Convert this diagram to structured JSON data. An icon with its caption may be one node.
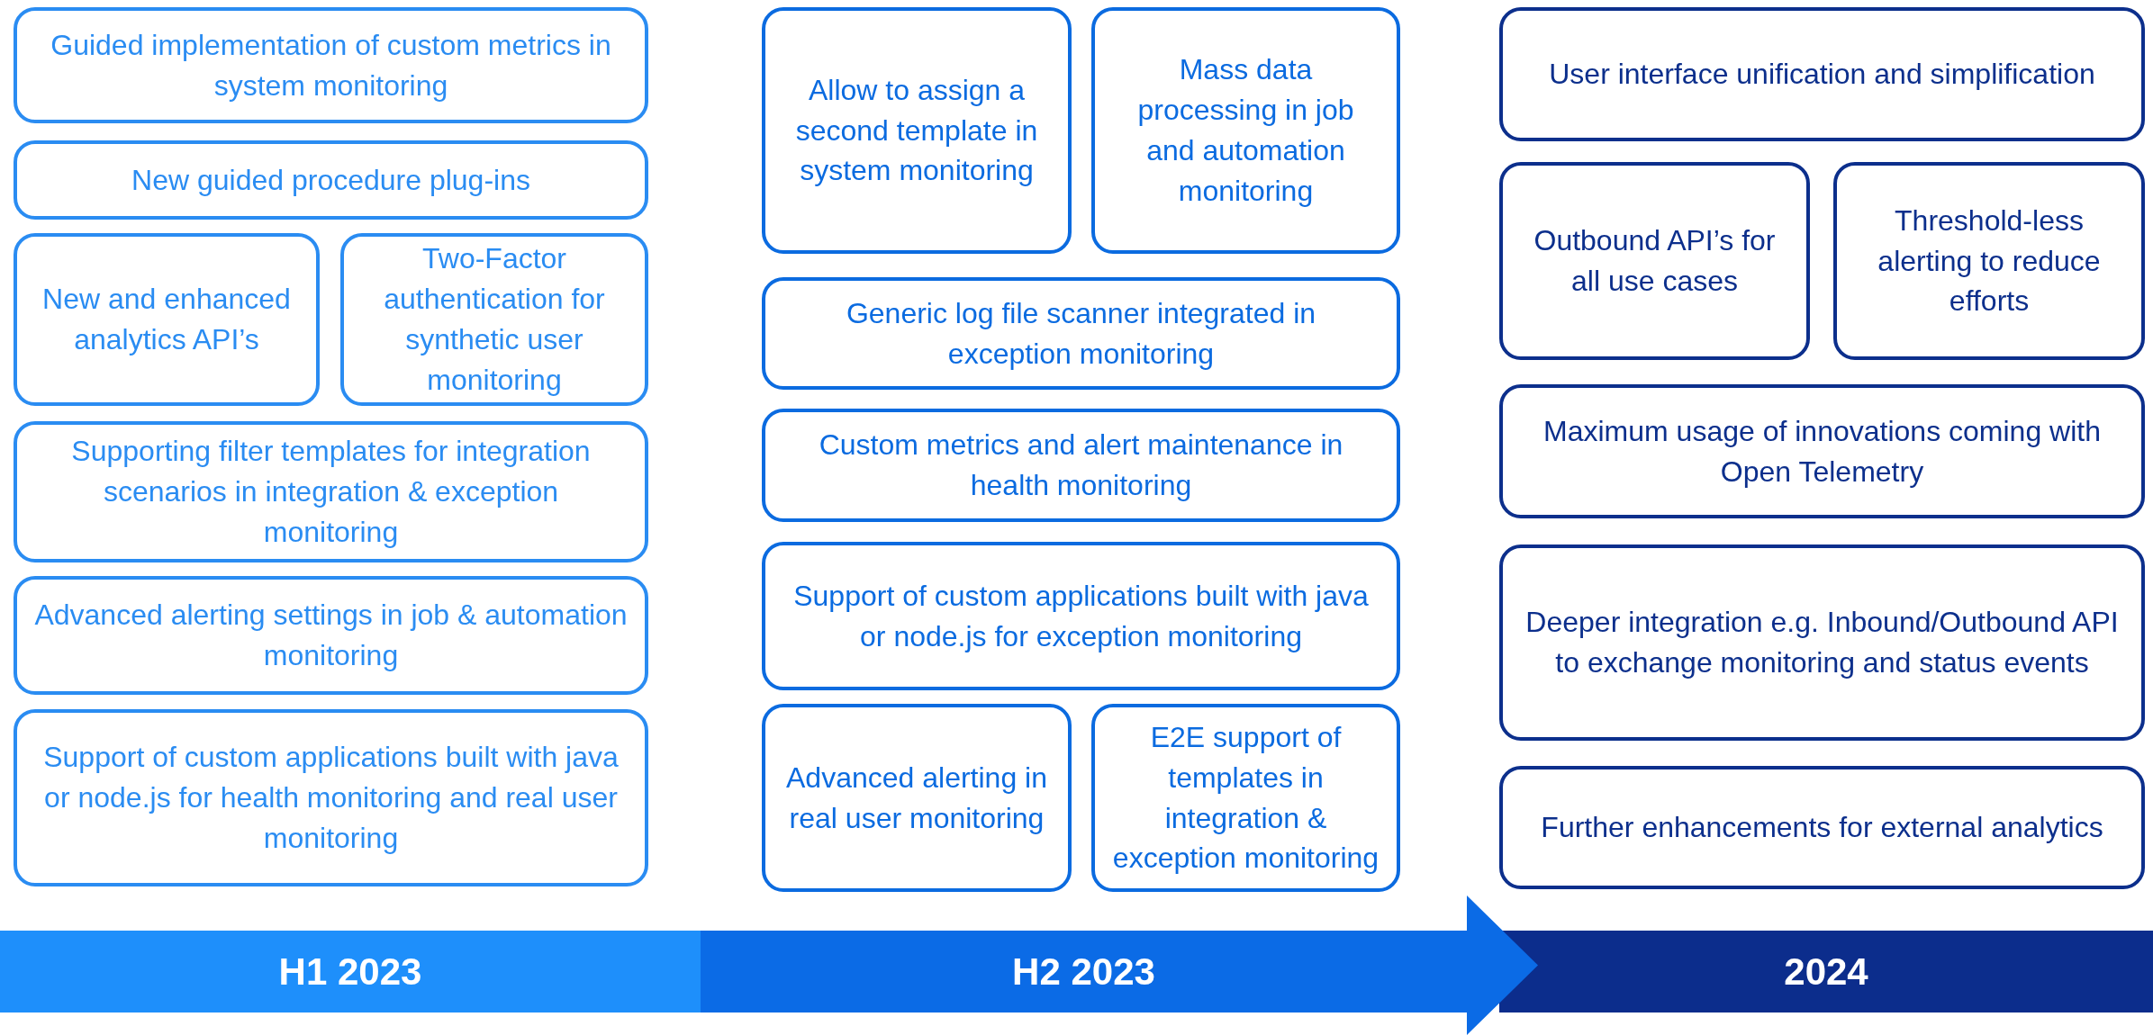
{
  "diagram": {
    "nodes": [
      {
        "text": [
          "Guided implementation of custom metrics in system monitoring"
        ]
      },
      {
        "text": [
          "New guided procedure plug-ins"
        ]
      },
      {
        "text": [
          "New and enhanced analytics API’s"
        ]
      },
      {
        "text": [
          "Two-Factor authentication for synthetic user monitoring"
        ]
      },
      {
        "text": [
          "Supporting filter templates for integration scenarios in integration & exception monitoring"
        ]
      },
      {
        "text": [
          "Advanced alerting settings in job & automation monitoring"
        ]
      },
      {
        "text": [
          "Support of custom applications built with java or node.js for health monitoring and real user monitoring"
        ]
      },
      {
        "text": [
          "Allow to assign a second template in system monitoring"
        ]
      },
      {
        "text": [
          "Mass data processing in job and automation monitoring"
        ]
      },
      {
        "text": [
          "Generic log file scanner integrated in exception monitoring"
        ]
      },
      {
        "text": [
          "Custom metrics and alert maintenance in health monitoring"
        ]
      },
      {
        "text": [
          "Support of custom applications built with java or node.js for exception monitoring"
        ]
      },
      {
        "text": [
          "Advanced alerting in real user monitoring"
        ]
      },
      {
        "text": [
          "E2E support of templates in integration & exception monitoring"
        ]
      },
      {
        "text": [
          "User interface unification and simplification"
        ]
      },
      {
        "text": [
          "Outbound API’s for all use cases"
        ]
      },
      {
        "text": [
          "Threshold-less alerting to reduce efforts"
        ]
      },
      {
        "text": [
          "Maximum usage of innovations coming with Open Telemetry"
        ]
      },
      {
        "text": [
          "Deeper integration e.g. Inbound/Outbound API to exchange monitoring and status events"
        ]
      },
      {
        "text": [
          "Further enhancements for external analytics"
        ]
      },
      {
        "text": [
          "H1 2023"
        ]
      },
      {
        "text": [
          "2024"
        ]
      },
      {
        "text": [
          "H2 2023"
        ]
      }
    ]
  }
}
